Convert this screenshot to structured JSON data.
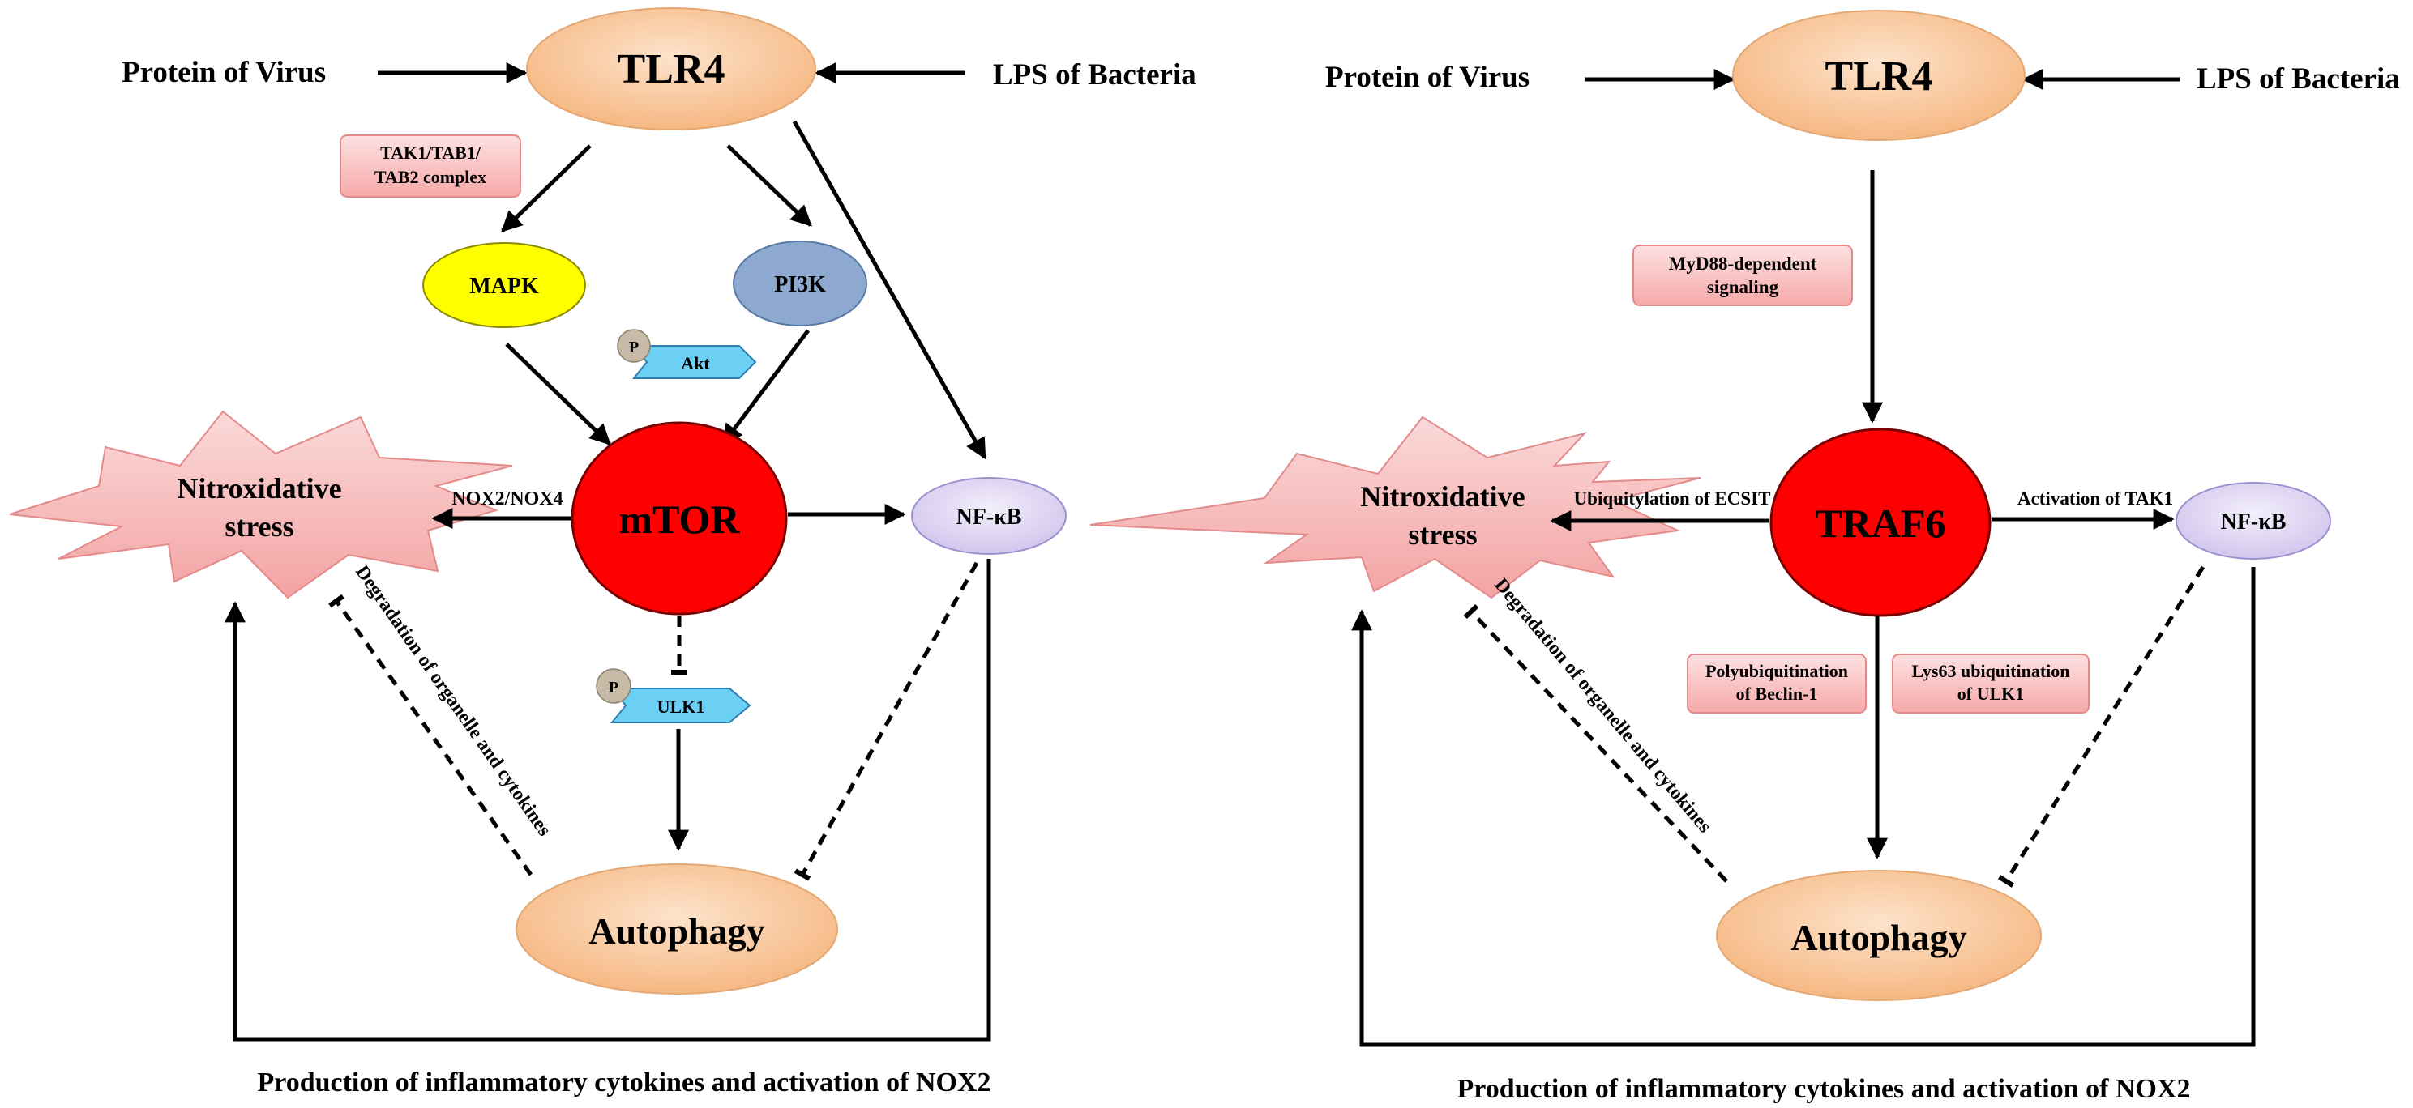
{
  "left": {
    "input_left": "Protein of Virus",
    "input_right": "LPS of Bacteria",
    "receptor": "TLR4",
    "complex_label": [
      "TAK1/TAB1/",
      "TAB2 complex"
    ],
    "mapk": "MAPK",
    "pi3k": "PI3K",
    "p_akt": "P",
    "akt": "Akt",
    "mtor": "mTOR",
    "nox_label": "NOX2/NOX4",
    "stress": [
      "Nitroxidative",
      "stress"
    ],
    "nfkb": "NF-κB",
    "p_ulk": "P",
    "ulk1": "ULK1",
    "degradation": "Degradation of organelle and cytokines",
    "autophagy": "Autophagy",
    "bottom": "Production of inflammatory cytokines and activation of NOX2"
  },
  "right": {
    "input_left": "Protein of Virus",
    "input_right": "LPS of Bacteria",
    "receptor": "TLR4",
    "myd88": [
      "MyD88-dependent",
      "signaling"
    ],
    "traf6": "TRAF6",
    "ubiq": "Ubiquitylation of ECSIT",
    "tak1": "Activation of TAK1",
    "stress": [
      "Nitroxidative",
      "stress"
    ],
    "nfkb": "NF-κB",
    "beclin": [
      "Polyubiquitination",
      "of Beclin-1"
    ],
    "lys63": [
      "Lys63 ubiquitination",
      "of ULK1"
    ],
    "degradation": "Degradation of organelle and cytokines",
    "autophagy": "Autophagy",
    "bottom": "Production of inflammatory cytokines and activation of NOX2"
  },
  "colors": {
    "orange_node": "#f7bf8f",
    "mapk": "#ffff00",
    "pi3k": "#8ea9d0",
    "red_node": "#ff0000",
    "nfkb": "#ddd4f1",
    "pink_box": "#f9c4c4",
    "akt_ulk": "#6ccff4",
    "stress": "#f8c2c2"
  }
}
